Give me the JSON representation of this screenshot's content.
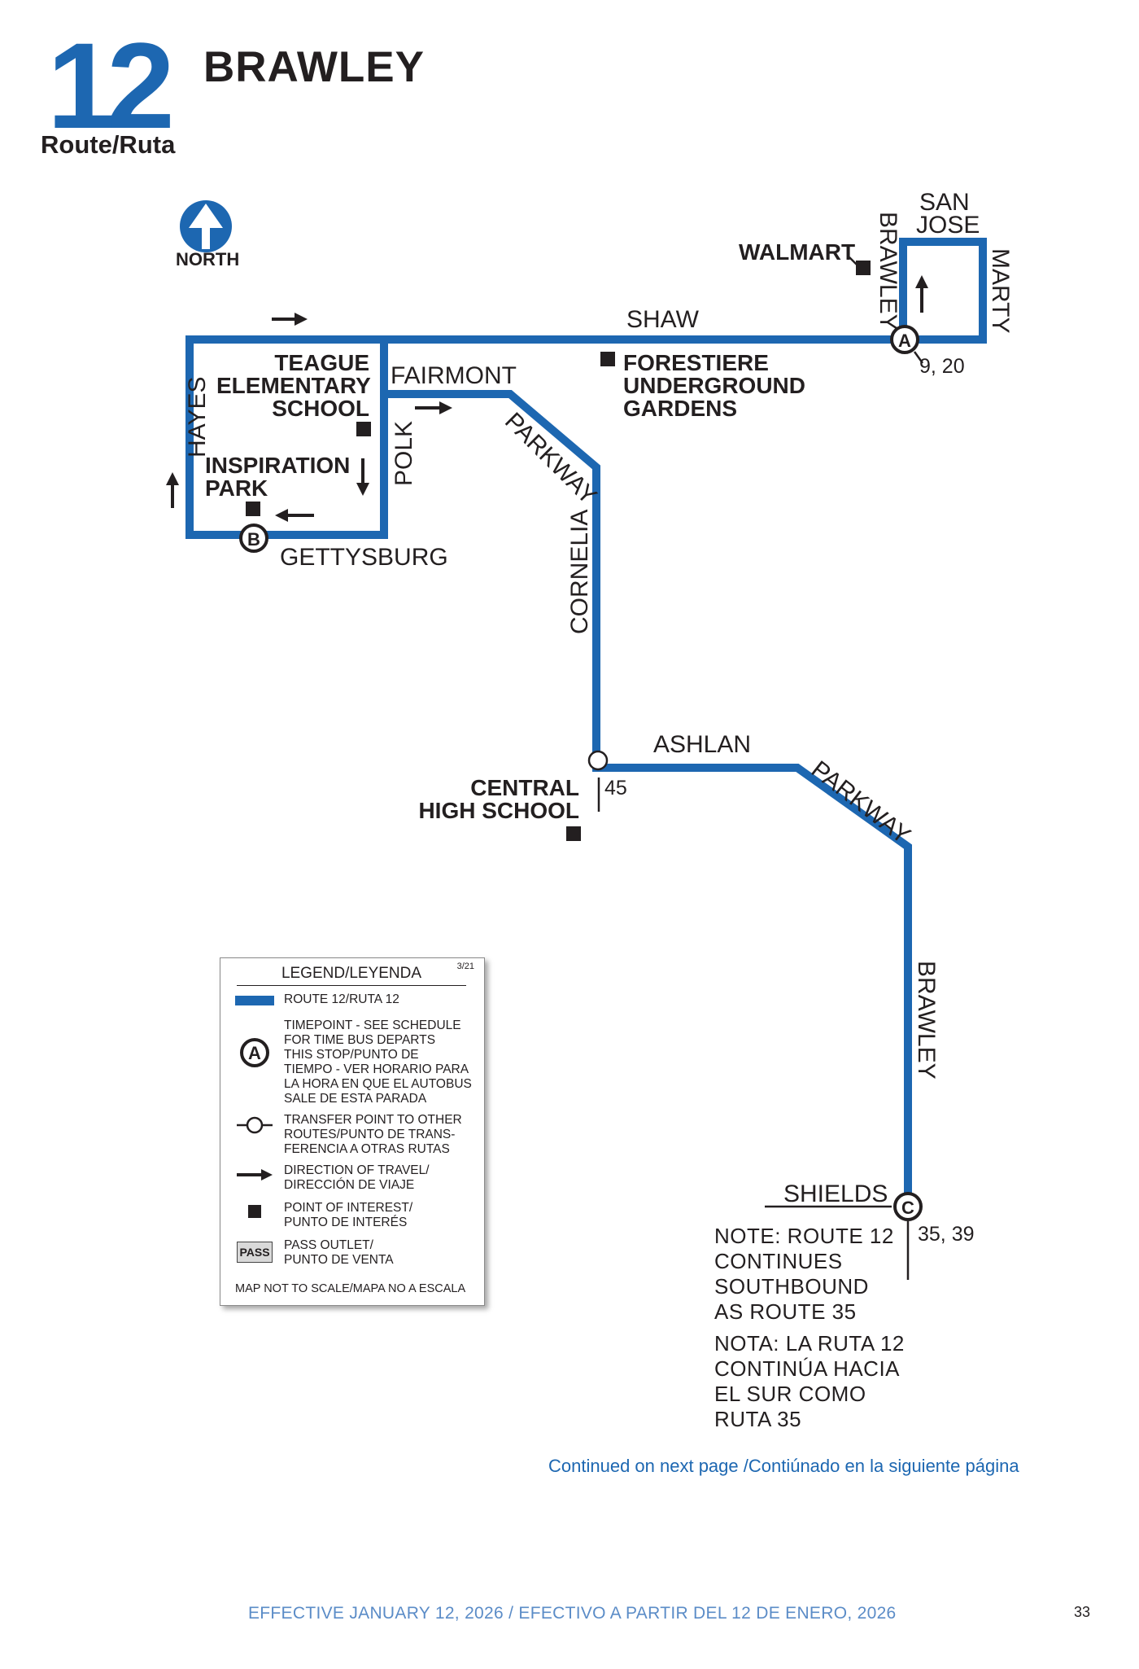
{
  "header": {
    "route_number": "12",
    "route_label": "Route/Ruta",
    "route_name": "BRAWLEY"
  },
  "compass": {
    "icon": "north-arrow-icon",
    "label": "NORTH"
  },
  "colors": {
    "route": "#1d67b1",
    "text": "#231f20"
  },
  "streets": {
    "shaw": "SHAW",
    "fairmont": "FAIRMONT",
    "parkway_north": "PARKWAY",
    "hayes": "HAYES",
    "polk": "POLK",
    "gettysburg": "GETTYSBURG",
    "cornelia": "CORNELIA",
    "ashlan": "ASHLAN",
    "parkway_south": "PARKWAY",
    "brawley_south": "BRAWLEY",
    "brawley_north": "BRAWLEY",
    "marty": "MARTY",
    "san_jose": [
      "SAN",
      "JOSE"
    ],
    "shields": "SHIELDS"
  },
  "points_of_interest": {
    "walmart": "WALMART",
    "teague": [
      "TEAGUE",
      "ELEMENTARY",
      "SCHOOL"
    ],
    "inspiration_park": [
      "INSPIRATION",
      "PARK"
    ],
    "forestiere": [
      "FORESTIERE",
      "UNDERGROUND",
      "GARDENS"
    ],
    "central_high": [
      "CENTRAL",
      "HIGH SCHOOL"
    ]
  },
  "timepoints": {
    "a": {
      "letter": "A",
      "transfers": "9, 20"
    },
    "b": {
      "letter": "B"
    },
    "c": {
      "letter": "C",
      "transfers": "35, 39"
    }
  },
  "transfer_point": {
    "routes": "45"
  },
  "note": {
    "en": [
      "NOTE: ROUTE 12",
      "CONTINUES",
      "SOUTHBOUND",
      "AS ROUTE 35"
    ],
    "es": [
      "NOTA: LA RUTA 12",
      "CONTINÚA HACIA",
      "EL SUR COMO",
      "RUTA 35"
    ]
  },
  "legend": {
    "title": "LEGEND/LEYENDA",
    "date": "3/21",
    "route_line": "ROUTE 12/RUTA 12",
    "timepoint_letter": "A",
    "timepoint": [
      "TIMEPOINT - SEE SCHEDULE",
      "FOR TIME BUS DEPARTS",
      "THIS STOP/PUNTO DE",
      "TIEMPO - VER HORARIO PARA",
      "LA HORA EN QUE EL AUTOBUS",
      "SALE DE ESTA PARADA"
    ],
    "transfer": [
      "TRANSFER POINT TO OTHER",
      "ROUTES/PUNTO DE TRANS-",
      "FERENCIA A OTRAS RUTAS"
    ],
    "direction": [
      "DIRECTION OF TRAVEL/",
      "DIRECCIÓN DE VIAJE"
    ],
    "poi": [
      "POINT OF INTEREST/",
      "PUNTO DE INTERÉS"
    ],
    "pass_badge": "PASS",
    "pass": [
      "PASS OUTLET/",
      "PUNTO DE VENTA"
    ],
    "scale": "MAP NOT TO SCALE/MAPA NO A ESCALA"
  },
  "footer": {
    "continued": "Continued on next page /Contiúnado en la siguiente página",
    "effective": "EFFECTIVE JANUARY 12, 2026 / EFECTIVO A PARTIR DEL 12 DE ENERO, 2026",
    "page": "33"
  }
}
